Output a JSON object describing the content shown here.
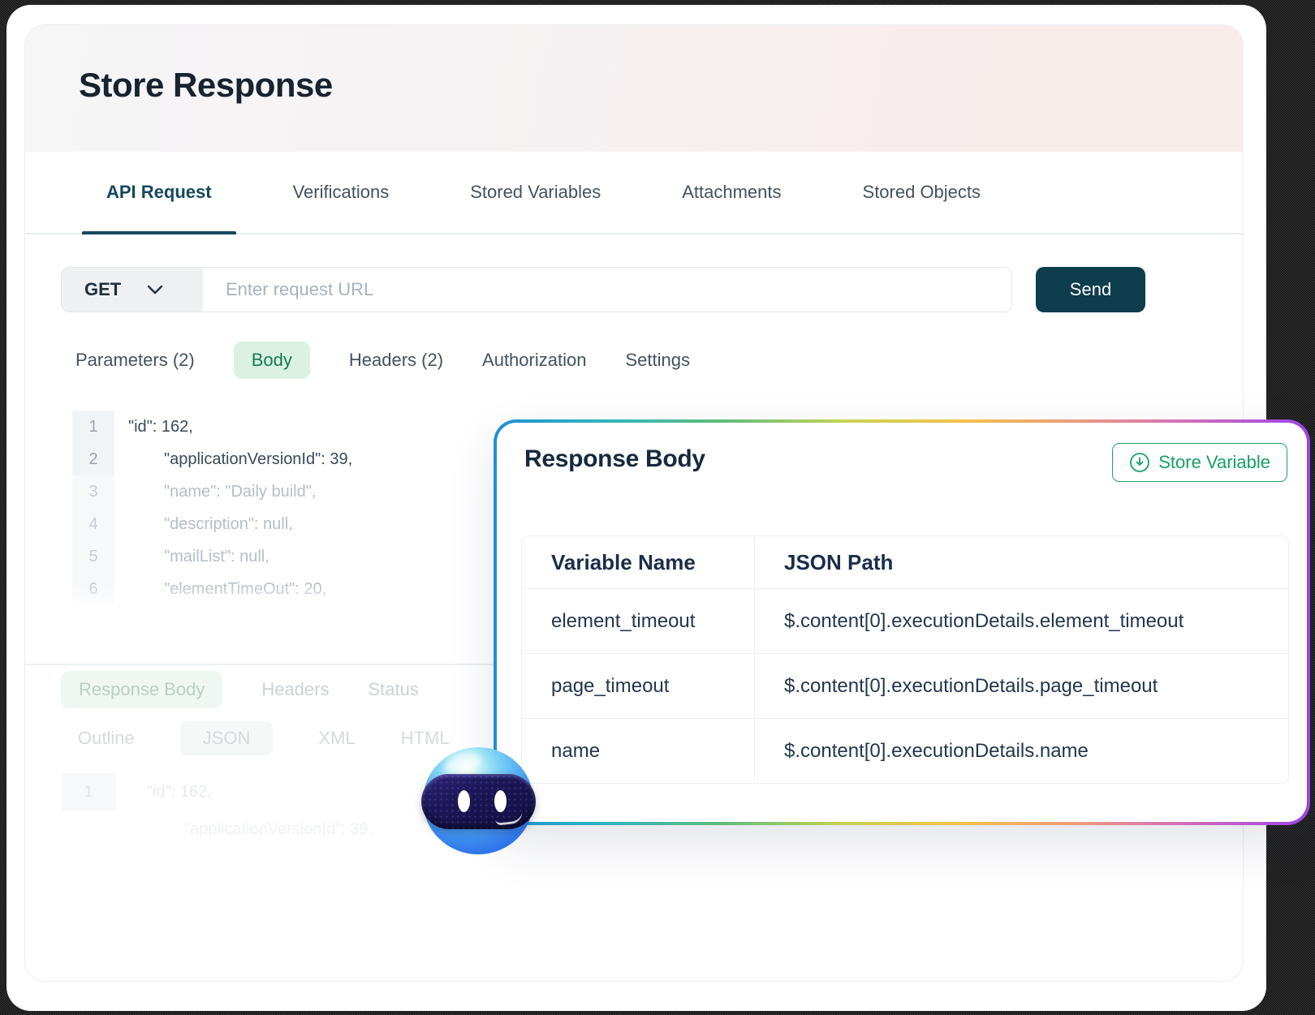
{
  "page": {
    "title": "Store Response"
  },
  "main_tabs": {
    "active": "API Request",
    "items": [
      {
        "label": "API Request"
      },
      {
        "label": "Verifications"
      },
      {
        "label": "Stored Variables"
      },
      {
        "label": "Attachments"
      },
      {
        "label": "Stored Objects"
      }
    ]
  },
  "request_bar": {
    "method": "GET",
    "url_placeholder": "Enter request URL",
    "url_value": "",
    "send_label": "Send"
  },
  "body_tabs": {
    "active": "Body",
    "items": [
      {
        "label": "Parameters (2)"
      },
      {
        "label": "Body"
      },
      {
        "label": "Headers (2)"
      },
      {
        "label": "Authorization"
      },
      {
        "label": "Settings"
      }
    ]
  },
  "request_body_editor": {
    "lines": [
      {
        "num": "1",
        "text": "\"id\": 162,",
        "indent": 0,
        "muted": false
      },
      {
        "num": "2",
        "text": "\"applicationVersionId\": 39,",
        "indent": 1,
        "muted": false
      },
      {
        "num": "3",
        "text": "\"name\": \"Daily build\",",
        "indent": 1,
        "muted": true
      },
      {
        "num": "4",
        "text": "\"description\": null,",
        "indent": 1,
        "muted": true
      },
      {
        "num": "5",
        "text": "\"mailList\": null,",
        "indent": 1,
        "muted": true
      },
      {
        "num": "6",
        "text": "\"elementTimeOut\": 20,",
        "indent": 1,
        "muted": true
      }
    ]
  },
  "response_section": {
    "tabs": {
      "active": "Response Body",
      "items": [
        {
          "label": "Response Body"
        },
        {
          "label": "Headers"
        },
        {
          "label": "Status"
        }
      ]
    },
    "format_tabs": {
      "active": "JSON",
      "items": [
        {
          "label": "Outline"
        },
        {
          "label": "JSON"
        },
        {
          "label": "XML"
        },
        {
          "label": "HTML"
        }
      ]
    },
    "code_preview": {
      "line_num": "1",
      "line1": "\"id\": 162,",
      "line2": "\"applicationVersionId\": 39,"
    }
  },
  "store_dialog": {
    "title": "Response Body",
    "store_button_label": "Store Variable",
    "table": {
      "columns": [
        {
          "label": "Variable Name"
        },
        {
          "label": "JSON Path"
        }
      ],
      "rows": [
        {
          "variable_name": "element_timeout",
          "json_path": "$.content[0].executionDetails.element_timeout"
        },
        {
          "variable_name": "page_timeout",
          "json_path": "$.content[0].executionDetails.page_timeout"
        },
        {
          "variable_name": "name",
          "json_path": "$.content[0].executionDetails.name"
        }
      ]
    }
  },
  "icons": {
    "method_dropdown": "chevron-down-icon",
    "store_variable": "download-circle-icon",
    "mascot": "robot-mascot"
  },
  "colors": {
    "send_button_bg": "#0E3D4D",
    "active_tab": "#16485D",
    "green_accent": "#17A067",
    "green_pill_bg": "#DAF1E4",
    "green_pill_text": "#157A50",
    "dialog_border_gradient": [
      "#1F90D4",
      "#2DB3C0",
      "#5FBD7C",
      "#C6D254",
      "#F2C14B",
      "#EDA077",
      "#D873B2",
      "#9B44E8"
    ]
  }
}
